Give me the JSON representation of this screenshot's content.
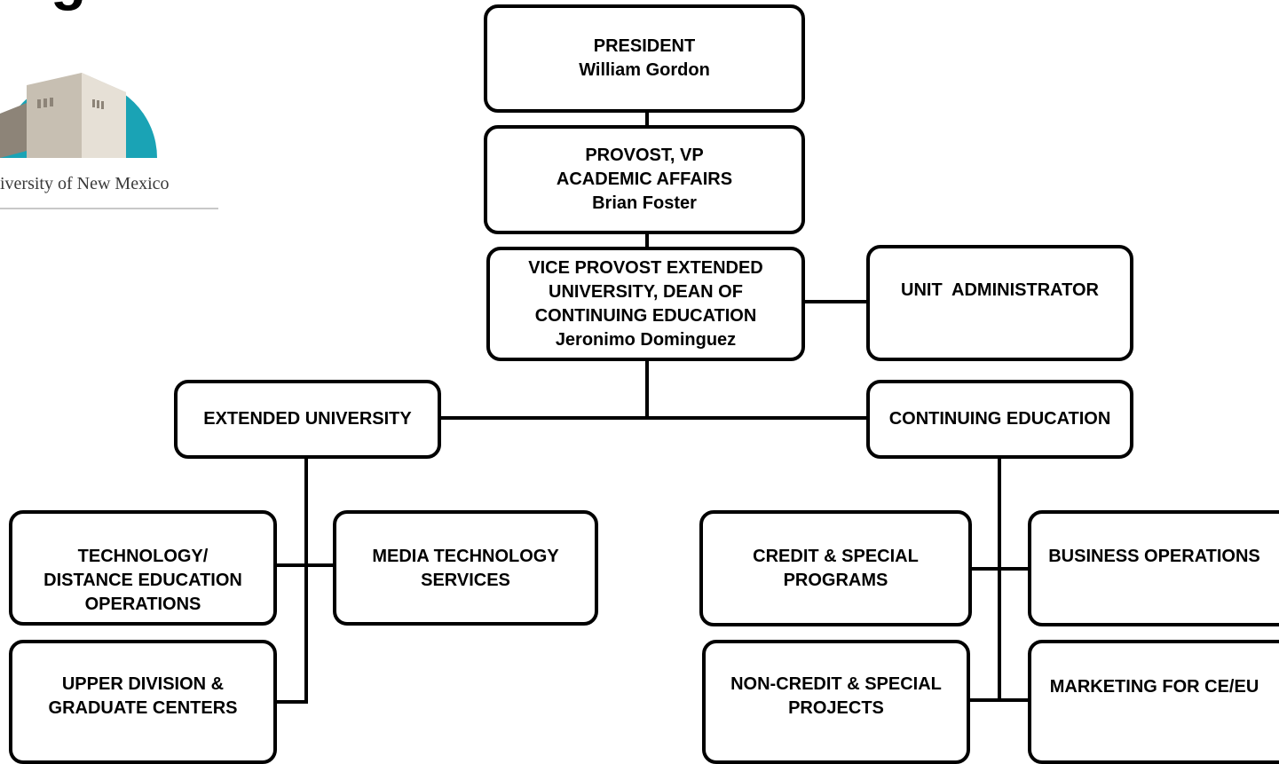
{
  "header": {
    "title_fragment": "g"
  },
  "logo": {
    "name": "university-of-new-mexico-logo",
    "text": "iversity of New Mexico",
    "colors": {
      "arc": "#1aa3b5",
      "building": "#c7bfb2",
      "building_shadow": "#8d8478"
    }
  },
  "org_chart": {
    "president": {
      "title": "PRESIDENT",
      "name": "William Gordon"
    },
    "provost": {
      "title_line1": "PROVOST, VP",
      "title_line2": "ACADEMIC AFFAIRS",
      "name": "Brian Foster"
    },
    "vice_provost": {
      "title_line1": "VICE PROVOST EXTENDED",
      "title_line2": "UNIVERSITY, DEAN OF",
      "title_line3": "CONTINUING EDUCATION",
      "name": "Jeronimo Dominguez"
    },
    "unit_administrator": {
      "title": "UNIT  ADMINISTRATOR"
    },
    "extended_university": {
      "title": "EXTENDED UNIVERSITY",
      "children": {
        "technology": {
          "line1": "TECHNOLOGY/",
          "line2": "DISTANCE EDUCATION",
          "line3": "OPERATIONS"
        },
        "media": {
          "line1": "MEDIA TECHNOLOGY",
          "line2": "SERVICES"
        },
        "upper_division": {
          "line1": "UPPER DIVISION &",
          "line2": "GRADUATE CENTERS"
        }
      }
    },
    "continuing_education": {
      "title": "CONTINUING EDUCATION",
      "children": {
        "credit": {
          "line1": "CREDIT & SPECIAL",
          "line2": "PROGRAMS"
        },
        "business": {
          "line1": "BUSINESS OPERATIONS"
        },
        "non_credit": {
          "line1": "NON-CREDIT & SPECIAL",
          "line2": "PROJECTS"
        },
        "marketing": {
          "line1": "MARKETING FOR CE/EU"
        }
      }
    }
  }
}
